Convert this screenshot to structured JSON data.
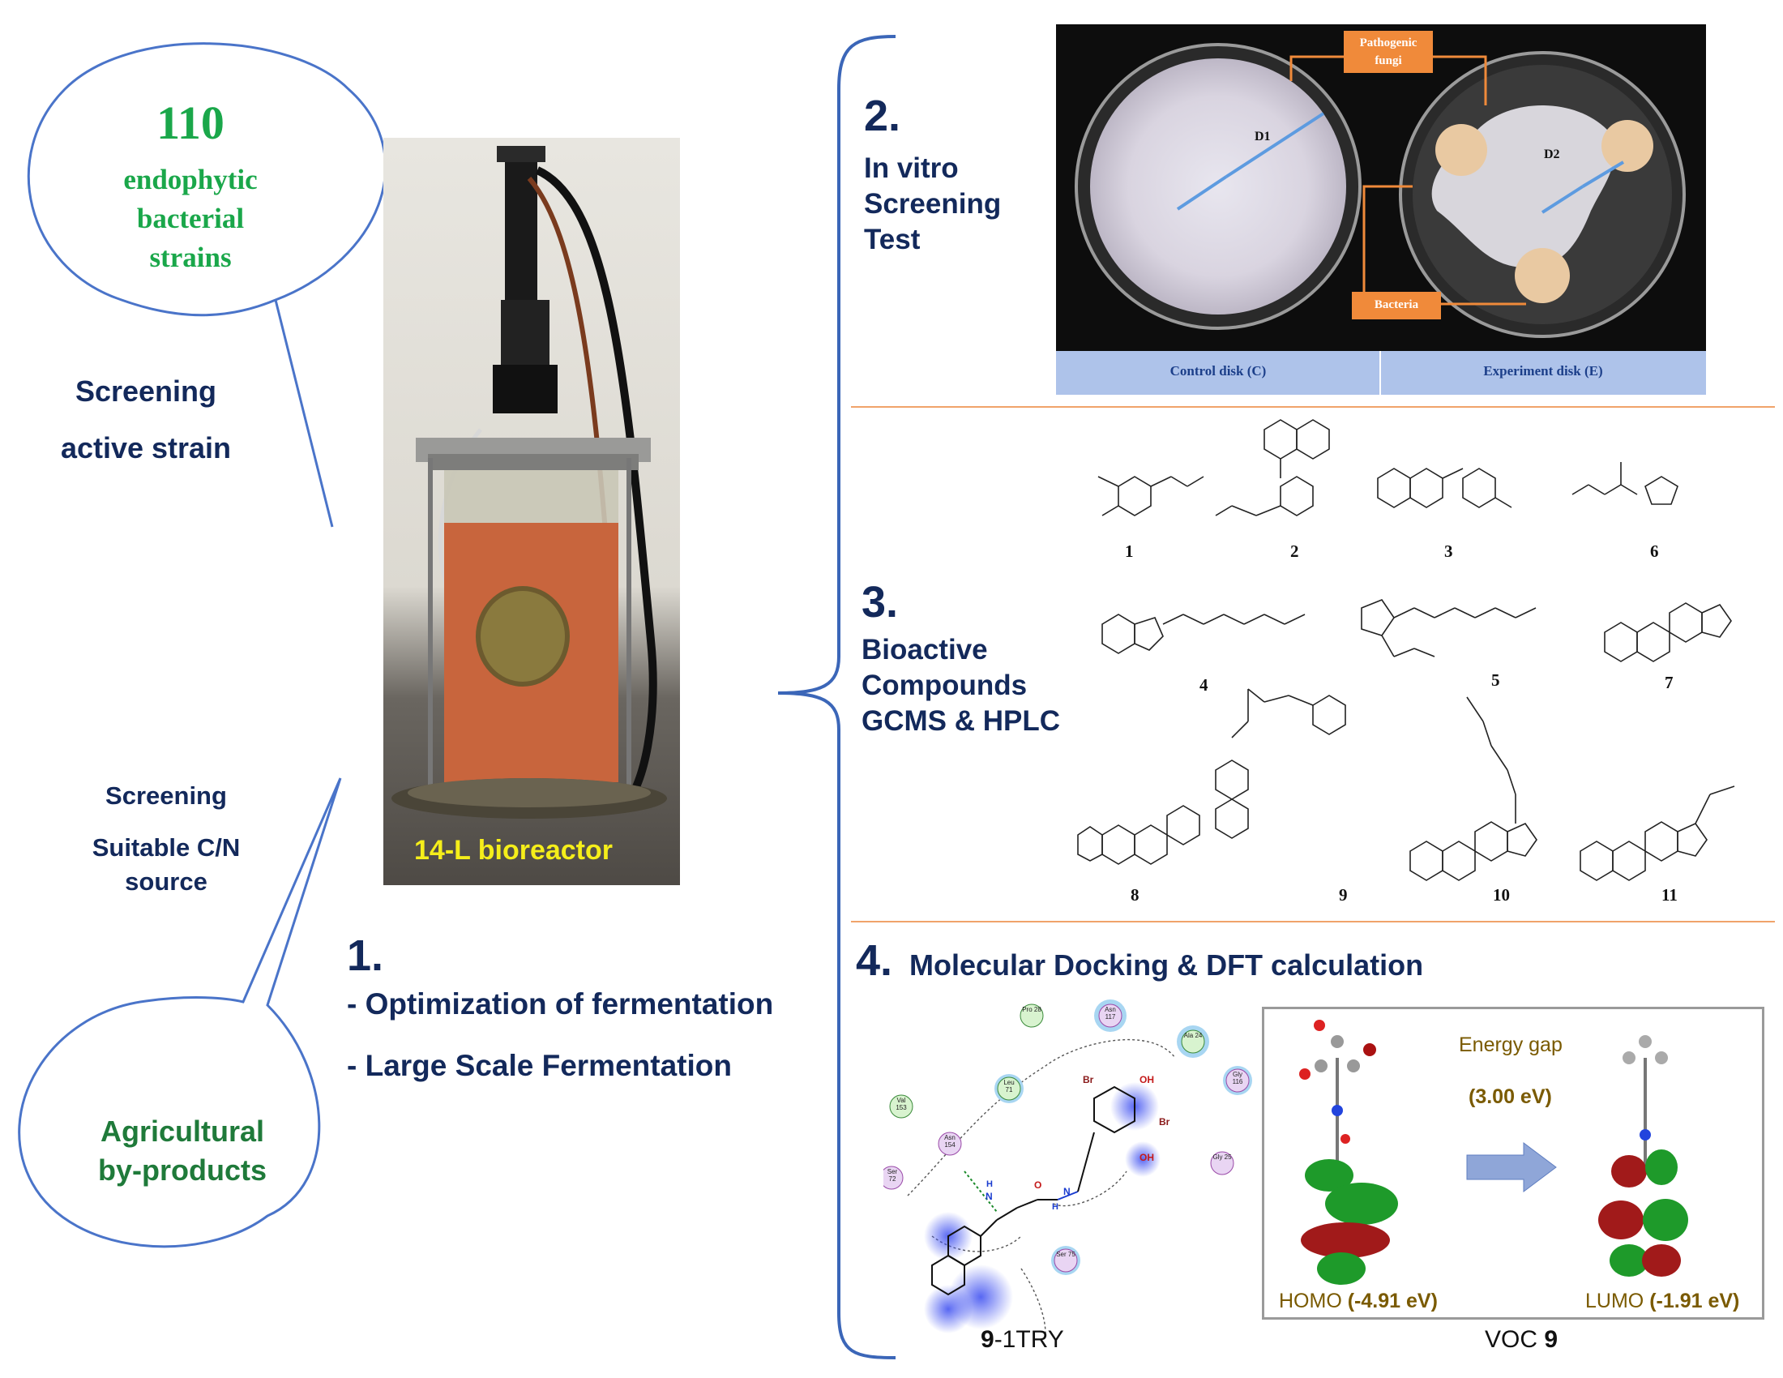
{
  "bubble_top": {
    "count": "110",
    "line1": "endophytic",
    "line2": "bacterial",
    "line3": "strains"
  },
  "screening_active": {
    "line1": "Screening",
    "line2": "active strain"
  },
  "screening_cn": {
    "line1": "Screening",
    "line2": "Suitable C/N",
    "line3": "source"
  },
  "bubble_bottom": {
    "line1": "Agricultural",
    "line2": "by-products"
  },
  "bioreactor": {
    "label": "14-L bioreactor"
  },
  "step1": {
    "number": "1.",
    "item1": "- Optimization of fermentation",
    "item2": "- Large Scale Fermentation"
  },
  "step2": {
    "number": "2.",
    "line1": "In vitro",
    "line2": "Screening",
    "line3": "Test",
    "plate_pathogen": [
      "Pathogenic",
      "fungi"
    ],
    "plate_bacteria": "Bacteria",
    "plate_d1": "D1",
    "plate_d2": "D2",
    "control_label": "Control disk (C)",
    "experiment_label": "Experiment disk (E)"
  },
  "step3": {
    "number": "3.",
    "line1": "Bioactive",
    "line2": "Compounds",
    "line3": "GCMS & HPLC",
    "compound_numbers": [
      "1",
      "2",
      "3",
      "6",
      "4",
      "5",
      "7",
      "8",
      "9",
      "10",
      "11"
    ]
  },
  "step4": {
    "number": "4.",
    "title": "Molecular Docking & DFT calculation",
    "residues": [
      "Pro 28",
      "Asn 117",
      "Ala 24",
      "Leu 71",
      "Gly 116",
      "Val 153",
      "Asn 154",
      "Ser 72",
      "Gly 25",
      "Ser 75"
    ],
    "atom_labels": {
      "br1": "Br",
      "br2": "Br",
      "oh1": "OH",
      "oh2": "OH",
      "n1": "N",
      "n2": "N",
      "nh1": "H",
      "nh2": "H",
      "o": "O"
    },
    "docking_caption_bold": "9",
    "docking_caption_rest": "-1TRY",
    "energy_gap_label": "Energy gap",
    "energy_gap_value": "(3.00 eV)",
    "homo_label": "HOMO",
    "homo_value": "(-4.91 eV)",
    "lumo_label": "LUMO",
    "lumo_value": "(-1.91 eV)",
    "voc_caption": "VOC",
    "voc_number": "9"
  },
  "colors": {
    "navy": "#13295b",
    "green": "#1aa74a",
    "bubble_stroke": "#4a74c9",
    "divider": "#f0a36a",
    "gap_text": "#7a5a00"
  }
}
